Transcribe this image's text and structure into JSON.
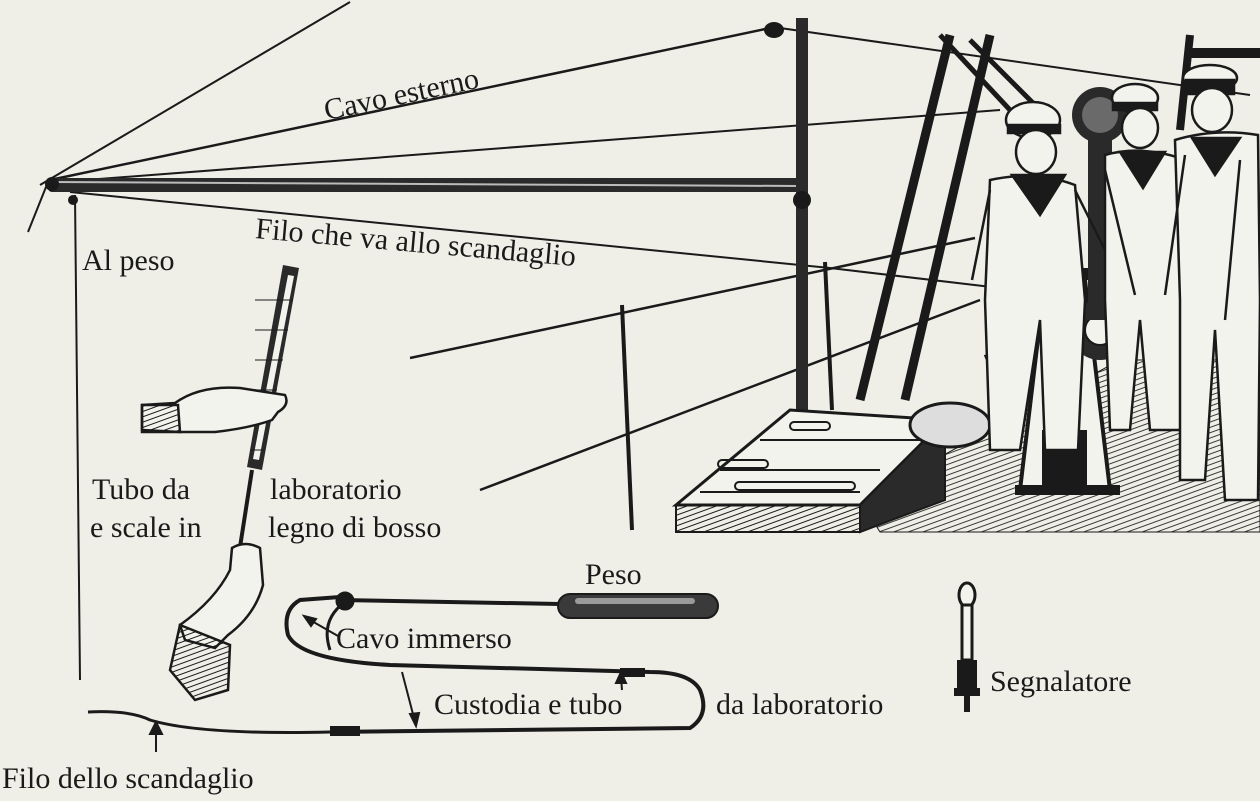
{
  "labels": {
    "cavo_esterno": "Cavo esterno",
    "al_peso": "Al peso",
    "filo_scandaglio_top": "Filo che va allo scandaglio",
    "tubo_da": "Tubo da",
    "e_scale_in": "e scale in",
    "laboratorio": "laboratorio",
    "legno_di_bosso": "legno di bosso",
    "peso": "Peso",
    "cavo_immerso": "Cavo immerso",
    "custodia_e_tubo": "Custodia e tubo",
    "da_laboratorio": "da laboratorio",
    "segnalatore": "Segnalatore",
    "filo_dello_scandaglio": "Filo dello scandaglio"
  },
  "colors": {
    "paper": "#efefe8",
    "ink": "#1a1a1a",
    "wood": "#3a3a3a"
  }
}
